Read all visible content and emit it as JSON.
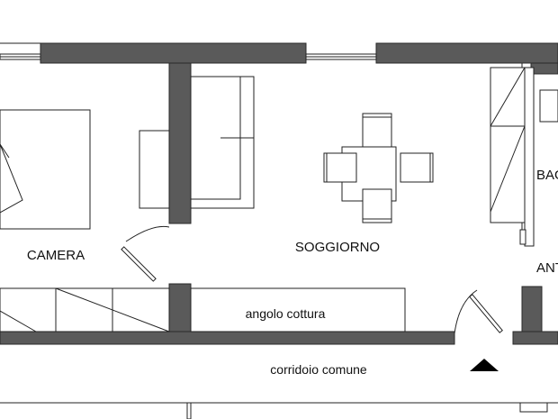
{
  "rooms": {
    "camera": "CAMERA",
    "soggiorno": "SOGGIORNO",
    "bagno": "BAG",
    "antibagno": "ANT",
    "angolo_cottura": "angolo cottura",
    "corridoio": "corridoio comune"
  },
  "icons": {
    "entrance": "entrance-arrow-icon"
  },
  "colors": {
    "wall": "#5a5a5a",
    "line": "#222222",
    "background": "#ffffff"
  }
}
